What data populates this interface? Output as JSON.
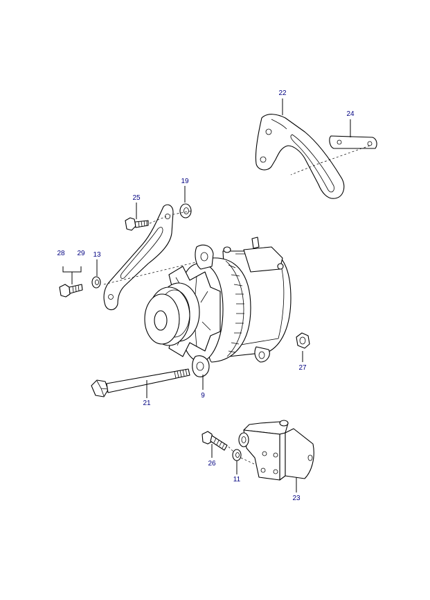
{
  "callouts": [
    {
      "id": "22",
      "text": "22"
    },
    {
      "id": "24",
      "text": "24"
    },
    {
      "id": "19",
      "text": "19"
    },
    {
      "id": "25",
      "text": "25"
    },
    {
      "id": "28",
      "text": "28"
    },
    {
      "id": "29",
      "text": "29"
    },
    {
      "id": "13",
      "text": "13"
    },
    {
      "id": "27",
      "text": "27"
    },
    {
      "id": "9",
      "text": "9"
    },
    {
      "id": "21",
      "text": "21"
    },
    {
      "id": "26",
      "text": "26"
    },
    {
      "id": "11",
      "text": "11"
    },
    {
      "id": "23",
      "text": "23"
    }
  ],
  "colors": {
    "label": "#000080",
    "line": "#000000",
    "background": "#ffffff"
  }
}
